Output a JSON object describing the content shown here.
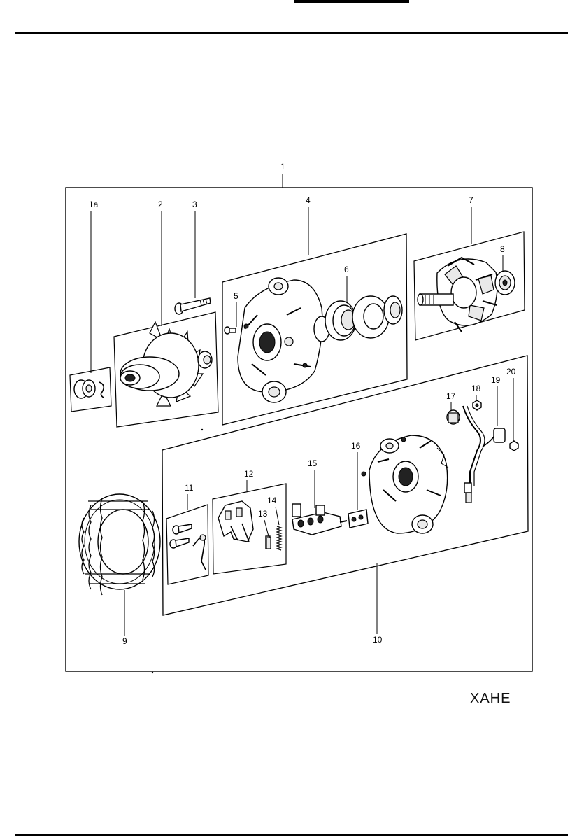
{
  "diagram_code": "XAHE",
  "callouts": {
    "c1": "1",
    "c1a": "1a",
    "c2": "2",
    "c3": "3",
    "c4": "4",
    "c5": "5",
    "c6": "6",
    "c7": "7",
    "c8": "8",
    "c9": "9",
    "c10": "10",
    "c11": "11",
    "c12": "12",
    "c13": "13",
    "c14": "14",
    "c15": "15",
    "c16": "16",
    "c17": "17",
    "c18": "18",
    "c19": "19",
    "c20": "20"
  }
}
